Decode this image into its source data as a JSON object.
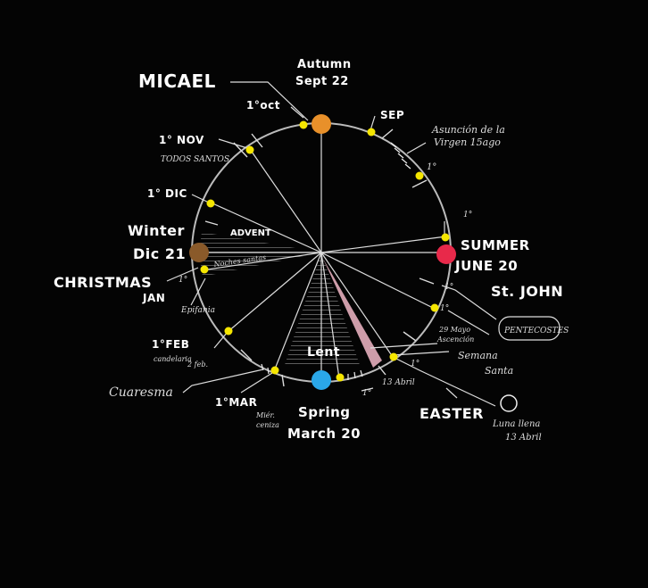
{
  "labels": {
    "micael": "MICAEL",
    "autumn": "Autumn",
    "autumn_date": "Sept 22",
    "oct": "1°oct",
    "sep": "SEP",
    "asuncion_1": "Asunción de la",
    "asuncion_2": "Virgen 15ago",
    "nov": "1° NOV",
    "todos_santos": "TODOS SANTOS",
    "dic": "1° DIC",
    "winter": "Winter",
    "winter_date": "Dic 21",
    "advent": "ADVENT",
    "noches_santas": "Noches santas",
    "christmas": "CHRISTMAS",
    "jan": "JAN",
    "epifania": "Epifania",
    "feb": "1°FEB",
    "candelaria_1": "candelaria",
    "candelaria_2": "2 feb.",
    "cuaresma": "Cuaresma",
    "mar": "1°MAR",
    "miercoles_1": "Miér.",
    "miercoles_2": "ceniza",
    "lent": "Lent",
    "spring": "Spring",
    "spring_date": "March 20",
    "easter": "EASTER",
    "luna_llena_1": "Luna llena",
    "luna_llena_2": "13 Abril",
    "abril_13": "13 Abril",
    "semana_santa_1": "Semana",
    "semana_santa_2": "Santa",
    "mayo_1": "29 Mayo",
    "mayo_2": "Ascención",
    "pentecostes": "PENTECOSTES",
    "summer": "SUMMER",
    "summer_date": "JUNE 20",
    "st_john": "St. JOHN",
    "one_a": "1°",
    "one_b": "1°",
    "one_c": "1°",
    "one_d": "1°",
    "one_e": "1°",
    "one_f": "1°",
    "one_g": "1°"
  },
  "colors": {
    "autumn": "#e8902a",
    "summer": "#e8294a",
    "winter": "#8a5a2a",
    "spring": "#2aa7e8",
    "marker": "#f5e600",
    "easter_wedge": "#f2b8c8"
  }
}
